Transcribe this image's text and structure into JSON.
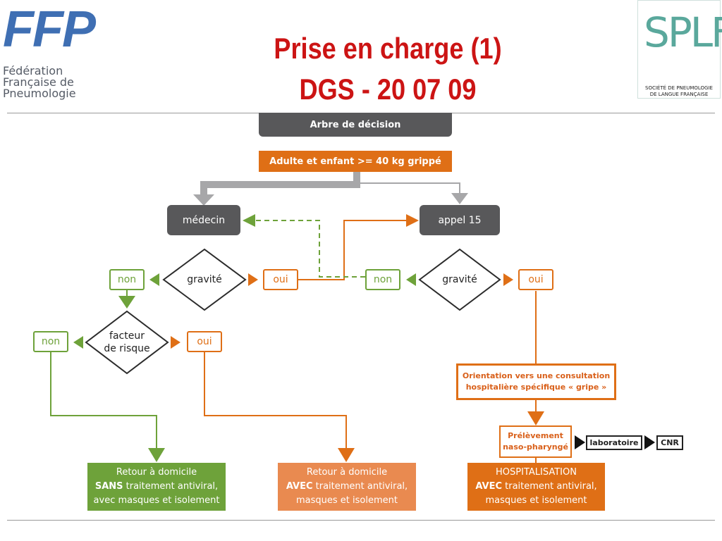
{
  "header": {
    "title_line1": "Prise en charge (1)",
    "title_line2": "DGS - 20 07 09",
    "ffp_logo": {
      "mark": "FFP",
      "line1": "Fédération",
      "line2": "Française de",
      "line3": "Pneumologie"
    },
    "splf_logo": {
      "mark": "SPLF",
      "line1": "SOCIÉTÉ DE PNEUMOLOGIE",
      "line2": "DE LANGUE FRANÇAISE"
    }
  },
  "diagram": {
    "top_banner": "Arbre de décision",
    "start": "Adulte et enfant >= 40 kg grippé",
    "medecin": "médecin",
    "appel15": "appel 15",
    "gravite_left": "gravité",
    "gravite_right": "gravité",
    "non_left": "non",
    "oui_left": "oui",
    "non_right": "non",
    "oui_right": "oui",
    "facteur_line1": "facteur",
    "facteur_line2": "de risque",
    "non_facteur": "non",
    "oui_facteur": "oui",
    "orientation_line1": "Orientation vers une consultation",
    "orientation_line2": "hospitalière spécifique « gripe »",
    "prelevement_line1": "Prélèvement",
    "prelevement_line2": "naso-pharyngé",
    "laboratoire": "laboratoire",
    "cnr": "CNR",
    "result_green": {
      "line1": "Retour à domicile",
      "line2_bold": "SANS",
      "line2_rest": " traitement antiviral,",
      "line3": "avec masques et isolement"
    },
    "result_orange_light": {
      "line1": "Retour à domicile",
      "line2_bold": "AVEC",
      "line2_rest": " traitement antiviral,",
      "line3": "masques et isolement"
    },
    "result_orange_dark": {
      "line1": "HOSPITALISATION",
      "line2_bold": "AVEC",
      "line2_rest": "  traitement antiviral,",
      "line3": "masques et isolement"
    }
  },
  "colors": {
    "title": "#cc1414",
    "orange": "#df6f16",
    "orange_light": "#e98a50",
    "green": "#6ea23a",
    "dark_gray": "#58585a",
    "light_gray": "#a7a7a9"
  }
}
